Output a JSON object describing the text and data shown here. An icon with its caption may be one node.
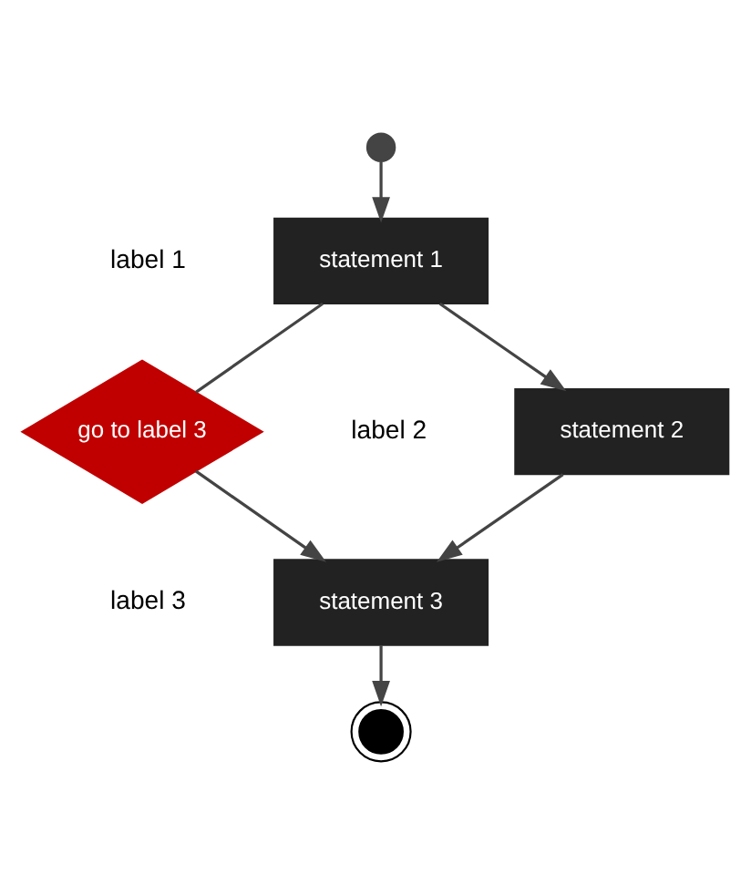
{
  "diagram": {
    "nodes": [
      {
        "text": [],
        "shape": "circle"
      },
      {
        "text": [
          "statement 1"
        ],
        "beside": [
          "label 1"
        ]
      },
      {
        "text": [
          "statement 2"
        ],
        "beside": [
          "label 2"
        ]
      },
      {
        "text": [
          "statement 3"
        ],
        "beside": [
          "label 3"
        ]
      },
      {
        "text": [],
        "shape": "circle"
      },
      {
        "text": [
          "go to label 3"
        ]
      }
    ],
    "edges": [
      {
        "from": 0,
        "to": 1,
        "arrow": "to"
      },
      {
        "from": 1,
        "to": 2,
        "arrow": "to"
      },
      {
        "from": 2,
        "to": 3,
        "arrow": "to"
      },
      {
        "from": 3,
        "to": 4,
        "arrow": "to"
      },
      {
        "from": 1,
        "to": 5,
        "arrow": "none"
      },
      {
        "from": 5,
        "to": 3,
        "arrow": "to"
      }
    ]
  }
}
